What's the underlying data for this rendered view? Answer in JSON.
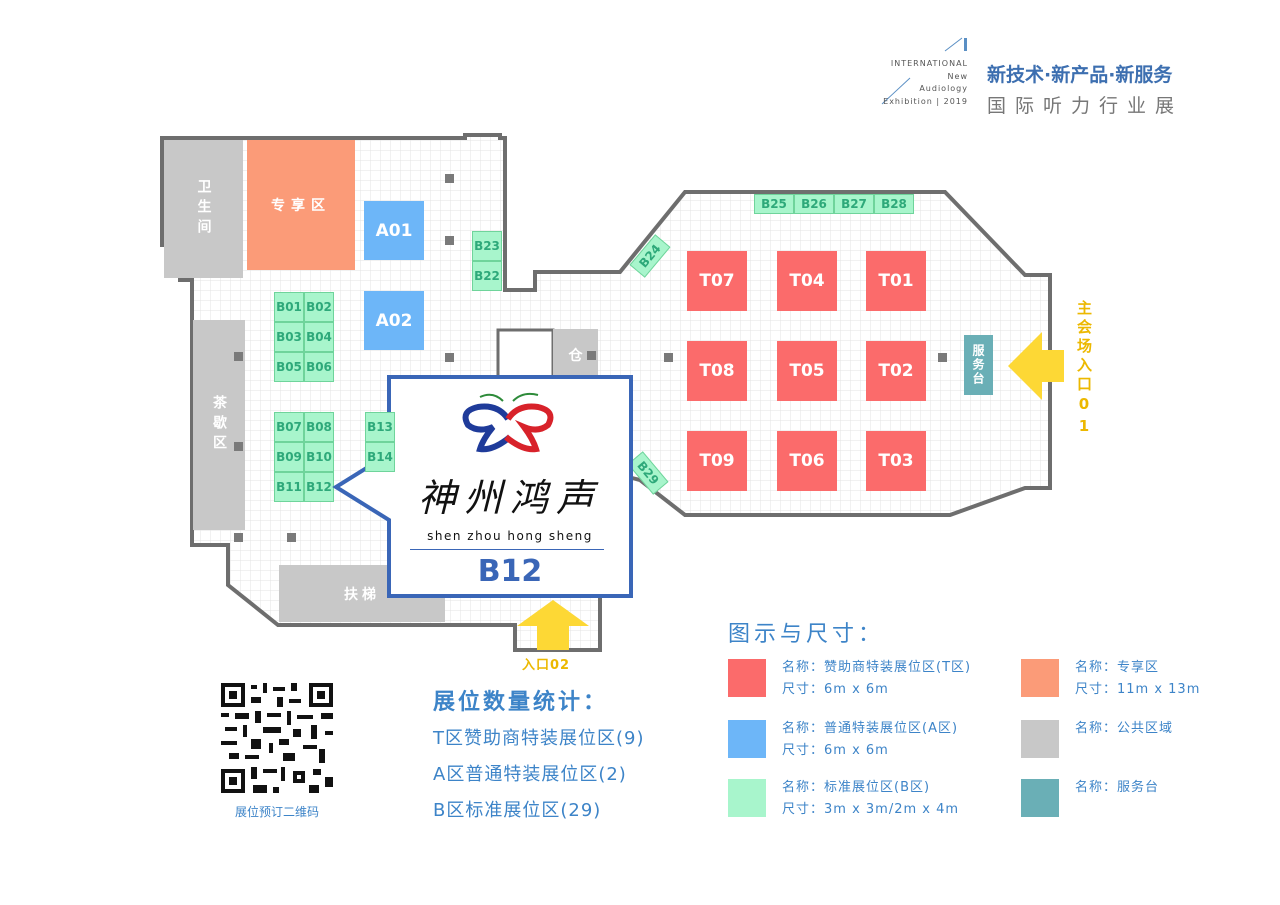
{
  "header": {
    "logo_lines": [
      "INTERNATIONAL",
      "New",
      "Audiology",
      "Exhibition | 2019"
    ],
    "slogan": "新技术·新产品·新服务",
    "subtitle": "国际听力行业展"
  },
  "map": {
    "public_areas": {
      "restroom": "卫生间",
      "tea_break": "茶歇区",
      "escalator": "扶梯",
      "storage": "仓",
      "vip_zone": "专享区",
      "service_desk": "服务台"
    },
    "t_booths": [
      "T07",
      "T04",
      "T01",
      "T08",
      "T05",
      "T02",
      "T09",
      "T06",
      "T03"
    ],
    "a_booths": [
      "A01",
      "A02"
    ],
    "b_booths": {
      "left": [
        "B01",
        "B02",
        "B03",
        "B04",
        "B05",
        "B06",
        "B07",
        "B08",
        "B09",
        "B10",
        "B11",
        "B12"
      ],
      "middle": [
        "B13",
        "B14"
      ],
      "side": [
        "B23",
        "B22"
      ],
      "top": [
        "B25",
        "B26",
        "B27",
        "B28"
      ],
      "diag": [
        "B24",
        "B29"
      ]
    },
    "main_entrance": "主会场入口01",
    "entrance2": "入口02"
  },
  "popup": {
    "company_cn": "神州鸿声",
    "company_pinyin": "shen zhou hong sheng",
    "booth": "B12",
    "colors": {
      "border": "#3a66b7",
      "logo_blue": "#1f3b9a",
      "logo_red": "#d8222a",
      "logo_green": "#2e8b3a"
    }
  },
  "qr": {
    "label": "展位预订二维码"
  },
  "stats": {
    "title": "展位数量统计：",
    "lines": [
      "T区赞助商特装展位区(9)",
      "A区普通特装展位区(2)",
      "B区标准展位区(29)"
    ]
  },
  "legend": {
    "title": "图示与尺寸：",
    "items": [
      {
        "name": "名称：赞助商特装展位区(T区)",
        "size": "尺寸：6m x 6m",
        "color": "#fb6b6b"
      },
      {
        "name": "名称：普通特装展位区(A区)",
        "size": "尺寸：6m x 6m",
        "color": "#6db6f8"
      },
      {
        "name": "名称：标准展位区(B区)",
        "size": "尺寸：3m x 3m/2m x 4m",
        "color": "#a8f5cc"
      },
      {
        "name": "名称：专享区",
        "size": "尺寸：11m x 13m",
        "color": "#fb9b78"
      },
      {
        "name": "名称：公共区域",
        "color": "#c8c8c8"
      },
      {
        "name": "名称：服务台",
        "color": "#6aafb6"
      }
    ]
  }
}
